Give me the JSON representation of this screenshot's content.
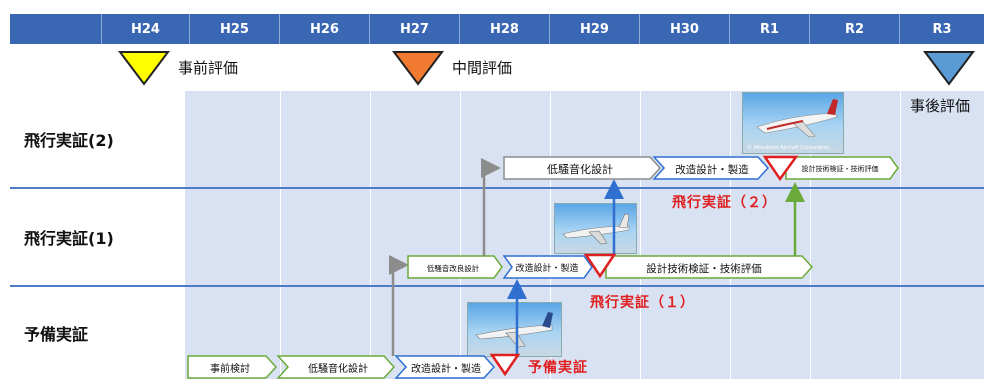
{
  "years": [
    "H24",
    "H25",
    "H26",
    "H27",
    "H28",
    "H29",
    "H30",
    "R1",
    "R2",
    "R3"
  ],
  "evaluations": {
    "pre": "事前評価",
    "mid": "中間評価",
    "post": "事後評価"
  },
  "rows": {
    "flight2": "飛行実証(2)",
    "flight1": "飛行実証(1)",
    "prelim": "予備実証"
  },
  "tasks": {
    "prelim": [
      "事前検討",
      "低騒音化設計",
      "改造設計・製造"
    ],
    "flight1": [
      "低騒音改良設計",
      "改造設計・製造",
      "設計技術検証・技術評価"
    ],
    "flight2": [
      "低騒音化設計",
      "改造設計・製造",
      "設計技術検証・技術評価"
    ]
  },
  "milestones": {
    "prelim": "予備実証",
    "flight1": "飛行実証（１）",
    "flight2": "飛行実証（２）"
  },
  "photo_credit": "© Mitsubishi Aircraft Corporation",
  "colors": {
    "header": "#3a67b3",
    "band": "#d9e2f2",
    "arrow_border": "#6aaa3a",
    "milestone": "#e02020",
    "link_green": "#6aaa3a",
    "link_blue": "#2f6fd0",
    "link_gray": "#8c8c8c",
    "tri_pre": "#ffff00",
    "tri_mid": "#f07a30",
    "tri_post": "#5b9bd5"
  }
}
